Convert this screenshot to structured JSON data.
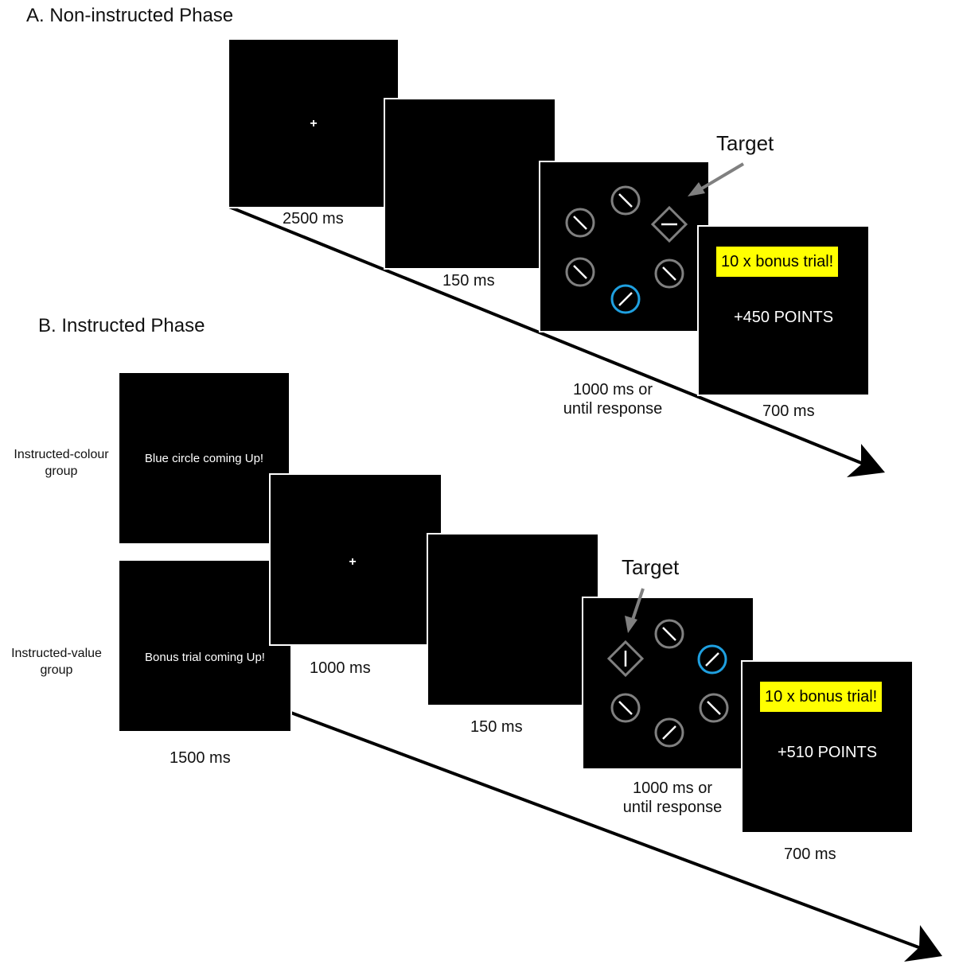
{
  "panel_a": {
    "heading": "A. Non-instructed Phase",
    "fixation_symbol": "+",
    "fixation_duration": "2500 ms",
    "blank_duration": "150 ms",
    "search_duration_line1": "1000 ms or",
    "search_duration_line2": "until response",
    "target_label": "Target",
    "feedback_bonus": "10 x bonus trial!",
    "feedback_points": "+450 POINTS",
    "feedback_duration": "700 ms"
  },
  "panel_b": {
    "heading": "B. Instructed Phase",
    "group_colour_line1": "Instructed-colour",
    "group_colour_line2": "group",
    "cue_colour": "Blue circle coming Up!",
    "group_value_line1": "Instructed-value",
    "group_value_line2": "group",
    "cue_value": "Bonus trial coming Up!",
    "cue_duration": "1500 ms",
    "fixation_symbol": "+",
    "fixation_duration": "1000 ms",
    "blank_duration": "150 ms",
    "search_duration_line1": "1000 ms or",
    "search_duration_line2": "until response",
    "target_label": "Target",
    "feedback_bonus": "10 x bonus trial!",
    "feedback_points": "+510 POINTS",
    "feedback_duration": "700 ms"
  },
  "colors": {
    "screen": "#000000",
    "distractor_ring": "#808080",
    "blue_ring": "#1fa0e0",
    "bonus_banner": "#ffff00",
    "arrow": "#808080"
  }
}
